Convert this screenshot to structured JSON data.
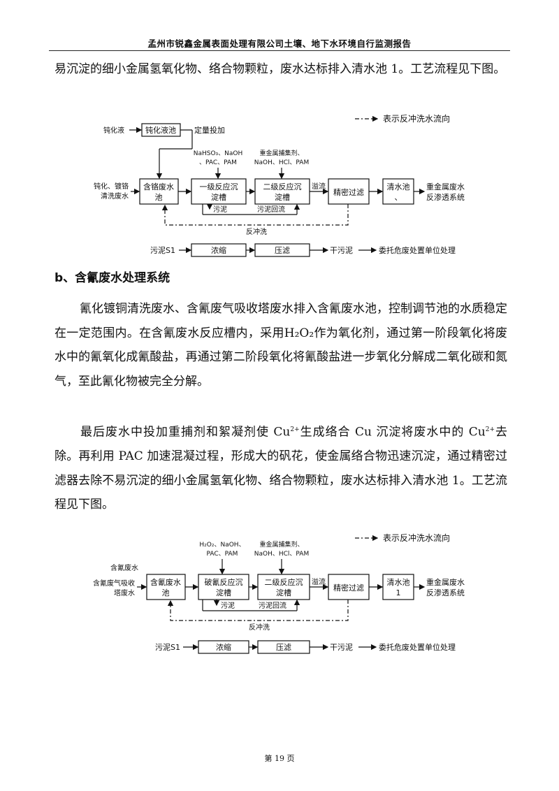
{
  "header": {
    "title": "孟州市锐鑫金属表面处理有限公司土壤、地下水环境自行监测报告"
  },
  "paragraph1": "易沉淀的细小金属氢氧化物、络合物颗粒，废水达标排入清水池 1。工艺流程见下图。",
  "diagram1": {
    "legend": "表示反冲洗水流向",
    "input_top": "钝化液",
    "tank_top": "钝化液池",
    "dosing": "定量投加",
    "chem1_line1": "NaHSO₃、NaOH",
    "chem1_line2": "、PAC、PAM",
    "chem2_line1": "重金属捕集剂、",
    "chem2_line2": "NaOH、HCl、PAM",
    "input_left_line1": "钝化、镀铬",
    "input_left_line2": "清洗废水",
    "box1_line1": "含铬废水",
    "box1_line2": "池",
    "box2_line1": "一级反应沉",
    "box2_line2": "淀槽",
    "box3_line1": "二级反应沉",
    "box3_line2": "淀槽",
    "overflow": "溢流",
    "box4": "精密过滤",
    "box5_line1": "清水池",
    "box5_line2": "、",
    "output_line1": "重金属废水",
    "output_line2": "反渗透系统",
    "sludge": "污泥",
    "sludge_return": "污泥回流",
    "backwash": "反冲洗",
    "sludge_in": "污泥S1",
    "thicken": "浓缩",
    "press": "压滤",
    "dry_sludge": "干污泥",
    "disposal": "委托危废处置单位处理"
  },
  "section_b": {
    "title": "b、含氰废水处理系统"
  },
  "paragraph2": "氰化镀铜清洗废水、含氰废气吸收塔废水排入含氰废水池，控制调节池的水质稳定在一定范围内。在含氰废水反应槽内，采用H₂O₂作为氧化剂，通过第一阶段氧化将废水中的氰氧化成氰酸盐，再通过第二阶段氧化将氰酸盐进一步氧化分解成二氧化碳和氮气，至此氰化物被完全分解。",
  "paragraph3": {
    "part1": "最后废水中投加重捕剂和絮凝剂使 Cu",
    "sup1": "2+",
    "part2": "生成络合 Cu 沉淀将废水中的 Cu",
    "sup2": "2+",
    "part3": "去除。再利用 PAC 加速混凝过程，形成大的矾花，使金属络合物迅速沉淀，通过精密过滤器去除不易沉淀的细小金属氢氧化物、络合物颗粒，废水达标排入清水池 1。工艺流程见下图。"
  },
  "diagram2": {
    "legend": "表示反冲洗水流向",
    "chem1_line1": "H₂O₂、NaOH、",
    "chem1_line2": "PAC、PAM",
    "chem2_line1": "重金属捕集剂、",
    "chem2_line2": "NaOH、HCl、PAM",
    "input1": "含氰废水",
    "input2_line1": "含氰废气吸收",
    "input2_line2": "塔废水",
    "box1_line1": "含氰废水",
    "box1_line2": "池",
    "box2_line1": "破氰反应沉",
    "box2_line2": "淀槽",
    "box3_line1": "二级反应沉",
    "box3_line2": "淀槽",
    "overflow": "溢流",
    "box4": "精密过滤",
    "box5_line1": "清水池",
    "box5_line2": "1",
    "output_line1": "重金属废水",
    "output_line2": "反渗透系统",
    "sludge": "污泥",
    "sludge_return": "污泥回流",
    "backwash": "反冲洗",
    "sludge_in": "污泥S1",
    "thicken": "浓缩",
    "press": "压滤",
    "dry_sludge": "干污泥",
    "disposal": "委托危废处置单位处理"
  },
  "footer": {
    "page": "第 19 页"
  }
}
